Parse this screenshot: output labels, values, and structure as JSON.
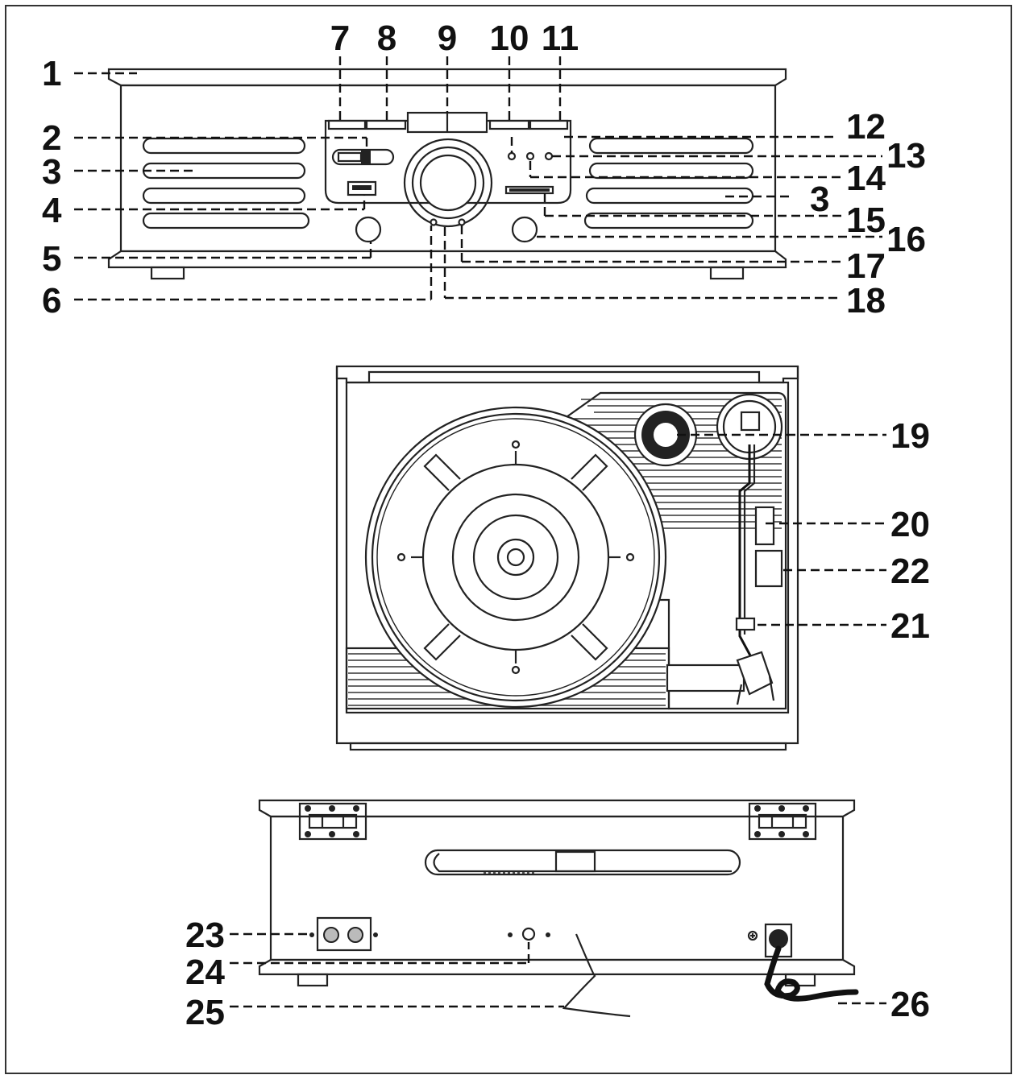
{
  "diagram": {
    "callouts": [
      {
        "id": "1",
        "text": "1"
      },
      {
        "id": "2",
        "text": "2"
      },
      {
        "id": "3",
        "text": "3"
      },
      {
        "id": "3b",
        "text": "3"
      },
      {
        "id": "4",
        "text": "4"
      },
      {
        "id": "5",
        "text": "5"
      },
      {
        "id": "6",
        "text": "6"
      },
      {
        "id": "7",
        "text": "7"
      },
      {
        "id": "8",
        "text": "8"
      },
      {
        "id": "9",
        "text": "9"
      },
      {
        "id": "10",
        "text": "10"
      },
      {
        "id": "11",
        "text": "11"
      },
      {
        "id": "12",
        "text": "12"
      },
      {
        "id": "13",
        "text": "13"
      },
      {
        "id": "14",
        "text": "14"
      },
      {
        "id": "15",
        "text": "15"
      },
      {
        "id": "16",
        "text": "16"
      },
      {
        "id": "17",
        "text": "17"
      },
      {
        "id": "18",
        "text": "18"
      },
      {
        "id": "19",
        "text": "19"
      },
      {
        "id": "20",
        "text": "20"
      },
      {
        "id": "21",
        "text": "21"
      },
      {
        "id": "22",
        "text": "22"
      },
      {
        "id": "23",
        "text": "23"
      },
      {
        "id": "24",
        "text": "24"
      },
      {
        "id": "25",
        "text": "25"
      },
      {
        "id": "26",
        "text": "26"
      }
    ]
  }
}
